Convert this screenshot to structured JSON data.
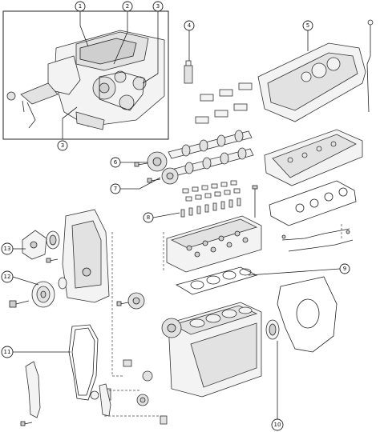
{
  "callouts": [
    {
      "id": "c1",
      "label": "1"
    },
    {
      "id": "c2",
      "label": "2"
    },
    {
      "id": "c3a",
      "label": "3"
    },
    {
      "id": "c3b",
      "label": "3"
    },
    {
      "id": "c4",
      "label": "4"
    },
    {
      "id": "c5",
      "label": "5"
    },
    {
      "id": "c6",
      "label": "6"
    },
    {
      "id": "c7",
      "label": "7"
    },
    {
      "id": "c8",
      "label": "8"
    },
    {
      "id": "c9",
      "label": "9"
    },
    {
      "id": "c10",
      "label": "10"
    },
    {
      "id": "c11",
      "label": "11"
    },
    {
      "id": "c12",
      "label": "12"
    },
    {
      "id": "c13",
      "label": "13"
    }
  ]
}
